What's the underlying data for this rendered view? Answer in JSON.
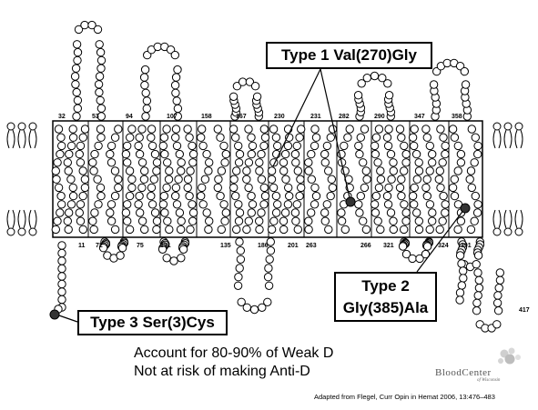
{
  "slide": {
    "background": "#ffffff",
    "membrane_color": "#000000",
    "bead_fill": "#ffffff",
    "mutation_bead_fill": "#333333"
  },
  "helix_numbers": {
    "top": [
      "32",
      "53",
      "94",
      "107",
      "158",
      "167",
      "230",
      "231",
      "282",
      "290",
      "347",
      "358"
    ],
    "bottom": [
      "11",
      "72",
      "75",
      "131",
      "135",
      "186",
      "201",
      "263",
      "266",
      "321",
      "324",
      "391"
    ],
    "tail_end": "417"
  },
  "callouts": {
    "type1": "Type 1 Val(270)Gly",
    "type2_line1": "Type 2",
    "type2_line2": "Gly(385)Ala",
    "type3": "Type 3 Ser(3)Cys"
  },
  "notes": {
    "line1": "Account for 80-90% of Weak D",
    "line2": "Not at risk of making Anti-D"
  },
  "logo": {
    "name": "BloodCenter",
    "sub": "of Wisconsin"
  },
  "citation": "Adapted from Flegel, Curr Opin in Hemat 2006, 13:476–483"
}
